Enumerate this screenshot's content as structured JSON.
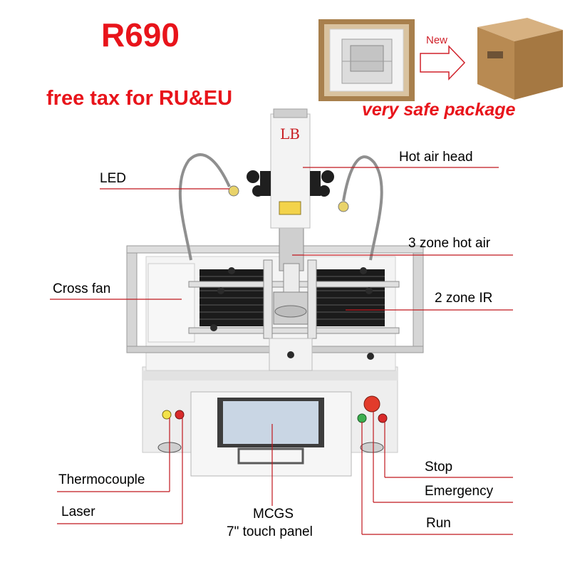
{
  "header": {
    "model": "R690",
    "tax_note": "free tax for RU&EU"
  },
  "package": {
    "new_label": "New",
    "safe_note": "very safe package"
  },
  "labels": {
    "led": "LED",
    "hot_air_head": "Hot air head",
    "three_zone_hot_air": "3 zone hot air",
    "cross_fan": "Cross fan",
    "two_zone_ir": "2 zone IR",
    "thermocouple": "Thermocouple",
    "laser": "Laser",
    "mcgs_line1": "MCGS",
    "mcgs_line2": "7\" touch panel",
    "stop": "Stop",
    "emergency": "Emergency",
    "run": "Run"
  },
  "colors": {
    "accent_red": "#e8141b",
    "leader_line": "#c0181e",
    "machine_white": "#f1f1f1",
    "heater_black": "#1b1b1b",
    "carton": "#b88a52"
  }
}
